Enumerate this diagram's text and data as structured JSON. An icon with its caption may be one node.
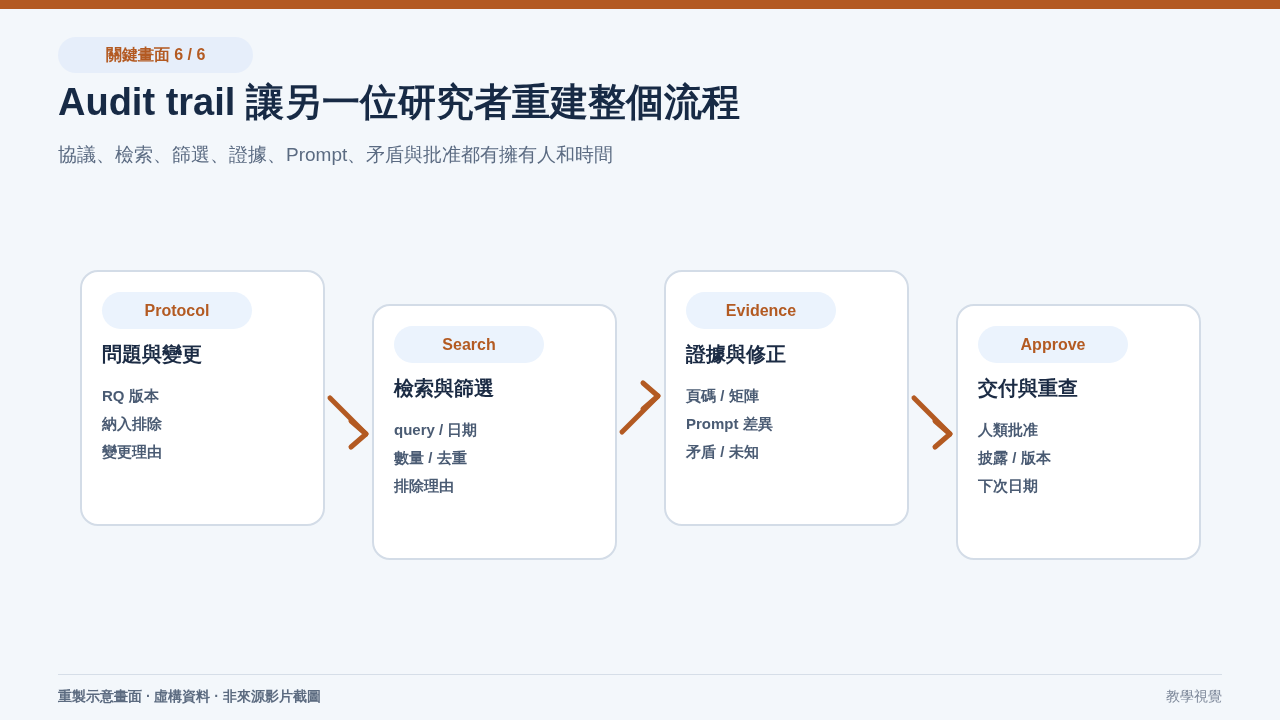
{
  "diagram": {
    "title": "Audit trail 讓另一位研究者重建整個流程",
    "nodes": [
      {
        "text": [
          "關鍵畫面 6 / 6"
        ]
      },
      {
        "text": [
          "問題與變更",
          "RQ 版本",
          "納入排除",
          "變更理由"
        ]
      },
      {
        "text": [
          "Protocol"
        ],
        "in": 1
      },
      {
        "text": [
          "檢索與篩選",
          "query / 日期",
          "數量 / 去重",
          "排除理由"
        ]
      },
      {
        "text": [
          "Search"
        ],
        "in": 3
      },
      {
        "text": [
          "證據與修正",
          "頁碼 / 矩陣",
          "Prompt 差異",
          "矛盾 / 未知"
        ]
      },
      {
        "text": [
          "Evidence"
        ],
        "in": 5
      },
      {
        "text": [
          "交付與重查",
          "人類批准",
          "披露 / 版本",
          "下次日期"
        ]
      },
      {
        "text": [
          "Approve"
        ],
        "in": 7
      }
    ],
    "edges": [
      {
        "from": 1,
        "to": 3,
        "arrow": "to"
      },
      {
        "from": 3,
        "to": 5,
        "arrow": "to"
      },
      {
        "from": 5,
        "to": 7,
        "arrow": "to"
      }
    ],
    "labels": [
      "協議、檢索、篩選、證據、Prompt、矛盾與批准都有擁有人和時間",
      "重製示意畫面 · 虛構資料 · 非來源影片截圖",
      "教學視覺"
    ]
  }
}
